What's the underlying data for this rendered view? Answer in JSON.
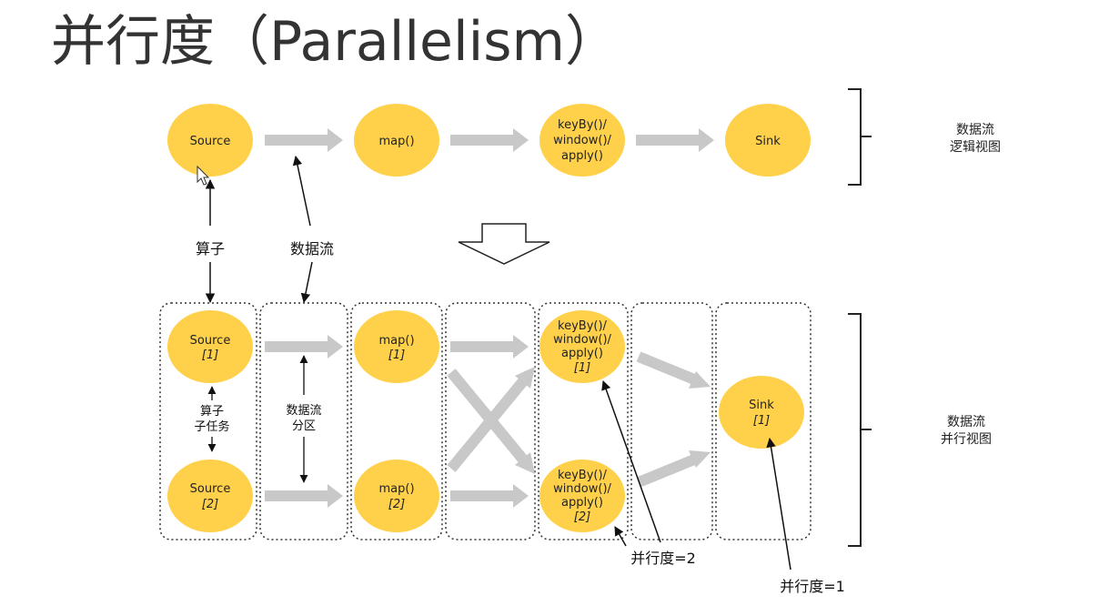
{
  "title": "并行度（Parallelism）",
  "logical": {
    "nodes": [
      {
        "id": "source",
        "lines": [
          "Source"
        ]
      },
      {
        "id": "map",
        "lines": [
          "map()"
        ]
      },
      {
        "id": "keyby",
        "lines": [
          "keyBy()/",
          "window()/",
          "apply()"
        ]
      },
      {
        "id": "sink",
        "lines": [
          "Sink"
        ]
      }
    ],
    "side_label": [
      "数据流",
      "逻辑视图"
    ]
  },
  "annotations": {
    "operator": "算子",
    "stream": "数据流",
    "subtask": [
      "算子",
      "子任务"
    ],
    "partition": [
      "数据流",
      "分区"
    ],
    "parallelism_2": "并行度=2",
    "parallelism_1": "并行度=1"
  },
  "parallel": {
    "source_1": [
      "Source",
      "[1]"
    ],
    "source_2": [
      "Source",
      "[2]"
    ],
    "map_1": [
      "map()",
      "[1]"
    ],
    "map_2": [
      "map()",
      "[2]"
    ],
    "keyby_1": [
      "keyBy()/",
      "window()/",
      "apply()",
      "[1]"
    ],
    "keyby_2": [
      "keyBy()/",
      "window()/",
      "apply()",
      "[2]"
    ],
    "sink_1": [
      "Sink",
      "[1]"
    ],
    "side_label": [
      "数据流",
      "并行视图"
    ]
  },
  "colors": {
    "node_fill": "#FFD04A",
    "arrow_gray": "#C8C8C8",
    "box_stroke": "#333333",
    "title": "#333333"
  }
}
